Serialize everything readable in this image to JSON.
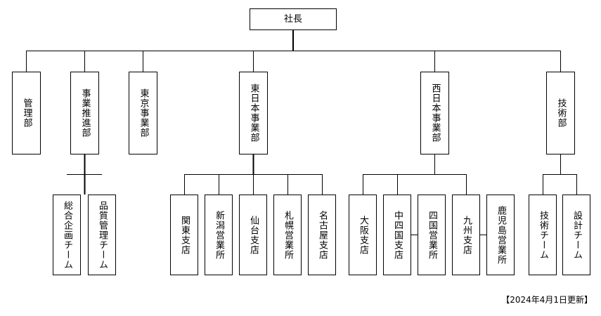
{
  "org_chart": {
    "root": "社長",
    "divisions": [
      {
        "name": "管理部",
        "children": []
      },
      {
        "name": "事業推進部",
        "children": [
          "総合企画チーム",
          "品質管理チーム"
        ]
      },
      {
        "name": "東京事業部",
        "children": []
      },
      {
        "name": "東日本事業部",
        "children": [
          "関東支店",
          "新潟営業所",
          "仙台支店",
          "札幌営業所",
          "名古屋支店"
        ]
      },
      {
        "name": "西日本事業部",
        "children": [
          "大阪支店",
          "中四国支店",
          "四国営業所",
          "九州支店",
          "鹿児島営業所"
        ]
      },
      {
        "name": "技術部",
        "children": [
          "技術チーム",
          "設計チーム"
        ]
      }
    ]
  },
  "footer_note": "【2024年4月1日更新】"
}
